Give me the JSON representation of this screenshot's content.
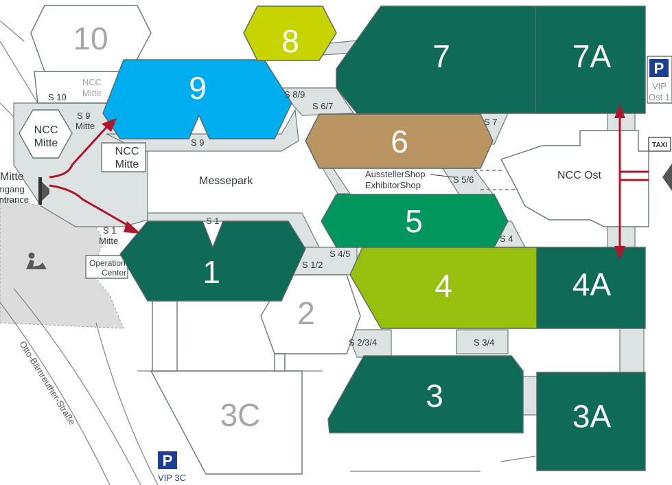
{
  "halls": [
    {
      "id": "10",
      "label": "10"
    },
    {
      "id": "9",
      "label": "9"
    },
    {
      "id": "8",
      "label": "8"
    },
    {
      "id": "7",
      "label": "7"
    },
    {
      "id": "7A",
      "label": "7A"
    },
    {
      "id": "6",
      "label": "6"
    },
    {
      "id": "5",
      "label": "5"
    },
    {
      "id": "4",
      "label": "4"
    },
    {
      "id": "4A",
      "label": "4A"
    },
    {
      "id": "3",
      "label": "3"
    },
    {
      "id": "3A",
      "label": "3A"
    },
    {
      "id": "3C",
      "label": "3C"
    },
    {
      "id": "2",
      "label": "2"
    },
    {
      "id": "1",
      "label": "1"
    }
  ],
  "passages": {
    "s10": "S 10",
    "s9_top": "S 9",
    "s9_bottom": "S 9",
    "s89": "S 8/9",
    "s67": "S 6/7",
    "s7": "S 7",
    "s56": "S 5/6",
    "s4": "S 4",
    "s45": "S 4/5",
    "s12": "S 1/2",
    "s1_top": "S 1",
    "s1_left": "S 1",
    "s234": "S 2/3/4",
    "s34": "S 3/4"
  },
  "labels": {
    "ncc_mitte_line1": "NCC",
    "ncc_mitte_line2": "Mitte",
    "mitte_word": "Mitte",
    "messepark": "Messepark",
    "ncc_ost": "NCC Ost",
    "aussteller_shop": "AusstellerShop",
    "exhibitor_shop": "ExhibitorShop",
    "mitte_entrance": "Mitte",
    "eingang": "Eingang",
    "entrance": "Entrance",
    "operation_line1": "Operation",
    "operation_line2": "Center",
    "vip_ost_line1": "VIP",
    "vip_ost_line2": "Ost 1",
    "taxi": "TAXI",
    "parking_symbol": "P",
    "vip3c": "VIP 3C",
    "street": "Otto-Bärnreuther-Straße"
  },
  "colors": {
    "hall9": "#00aeef",
    "hall8": "#c8d400",
    "hall_dark": "#0f6a57",
    "hall6": "#bb9561",
    "hall5": "#00965e",
    "hall4": "#97bf0d",
    "corridor": "#dde3e3",
    "arrow": "#b0162b",
    "parking": "#1c3f94",
    "grey_text": "#a6a6a6"
  }
}
